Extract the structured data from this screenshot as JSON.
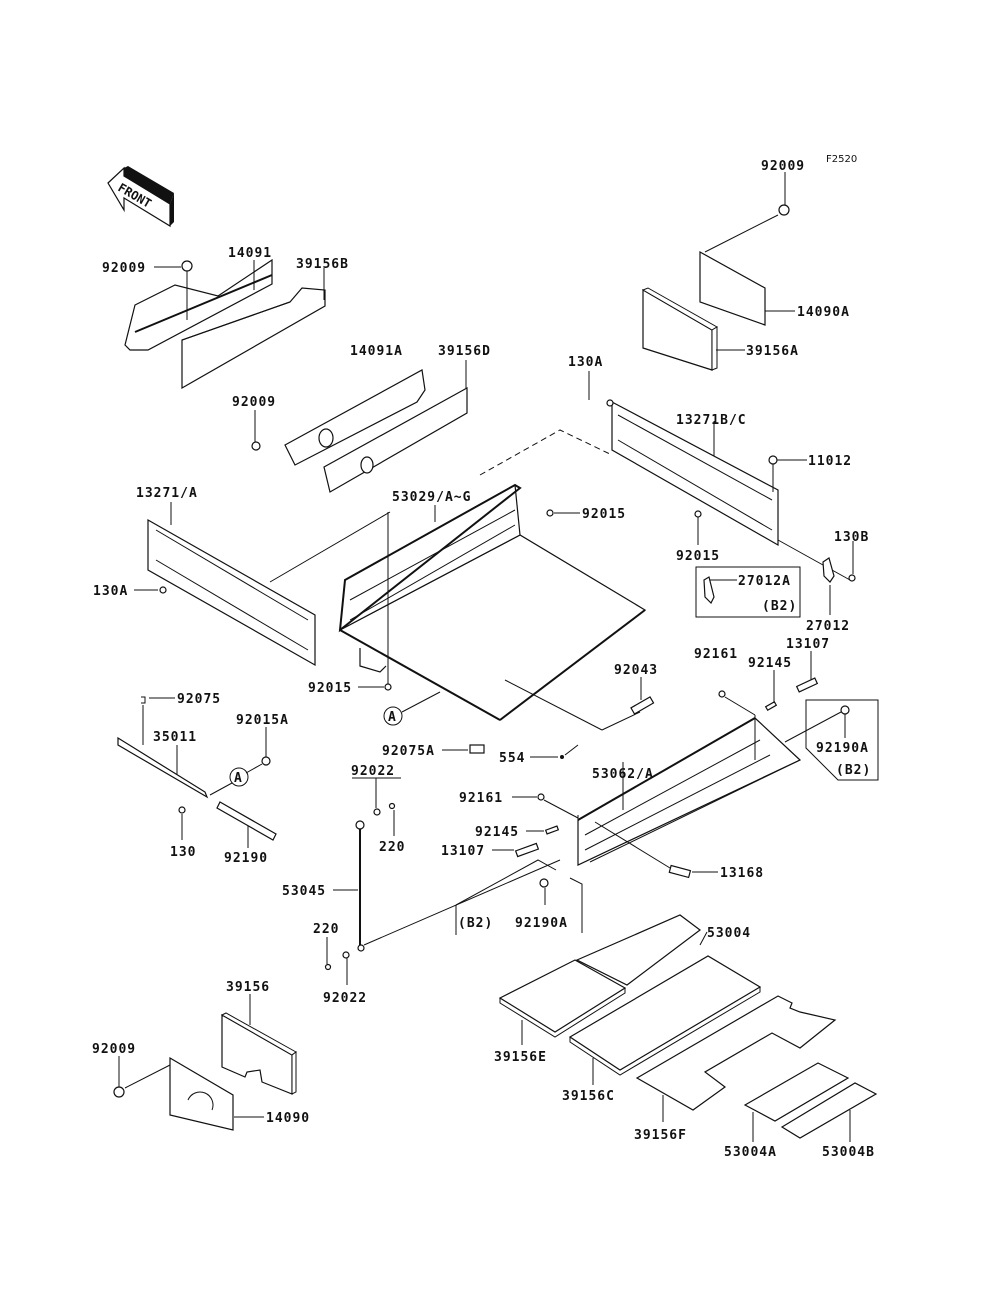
{
  "figure_code": "F2520",
  "front_arrow_label": "FRONT",
  "callout_ref_a": "A",
  "labels": {
    "p92009_top_right": "92009",
    "p14090A": "14090A",
    "p39156A": "39156A",
    "p92009_top_left": "92009",
    "p14091": "14091",
    "p39156B": "39156B",
    "p14091A": "14091A",
    "p39156D": "39156D",
    "p92009_mid": "92009",
    "p130A_right": "130A",
    "p13271BC": "13271B/C",
    "p11012": "11012",
    "p92015_right_a": "92015",
    "p92015_right_b": "92015",
    "p130B": "130B",
    "p27012A": "27012A",
    "p27012A_note": "(B2)",
    "p27012": "27012",
    "p13271A": "13271/A",
    "p130A_left": "130A",
    "p53029": "53029/A~G",
    "p92015_left": "92015",
    "p92043": "92043",
    "p92161_right": "92161",
    "p92145_right": "92145",
    "p13107_right": "13107",
    "p92190A_right": "92190A",
    "p92190A_right_note": "(B2)",
    "p92075": "92075",
    "p35011": "35011",
    "p92015A": "92015A",
    "p130": "130",
    "p92190": "92190",
    "p92075A": "92075A",
    "p554": "554",
    "p53062A": "53062/A",
    "p92022_top": "92022",
    "p220_top": "220",
    "p92161_left": "92161",
    "p92145_left": "92145",
    "p13107_left": "13107",
    "p13168": "13168",
    "p53045": "53045",
    "p220_bottom": "220",
    "p92022_bottom": "92022",
    "p92190A_left_note": "(B2)",
    "p92190A_left": "92190A",
    "p53004": "53004",
    "p39156E": "39156E",
    "p39156C": "39156C",
    "p39156F": "39156F",
    "p53004A": "53004A",
    "p53004B": "53004B",
    "p39156": "39156",
    "p92009_bottom": "92009",
    "p14090": "14090"
  }
}
